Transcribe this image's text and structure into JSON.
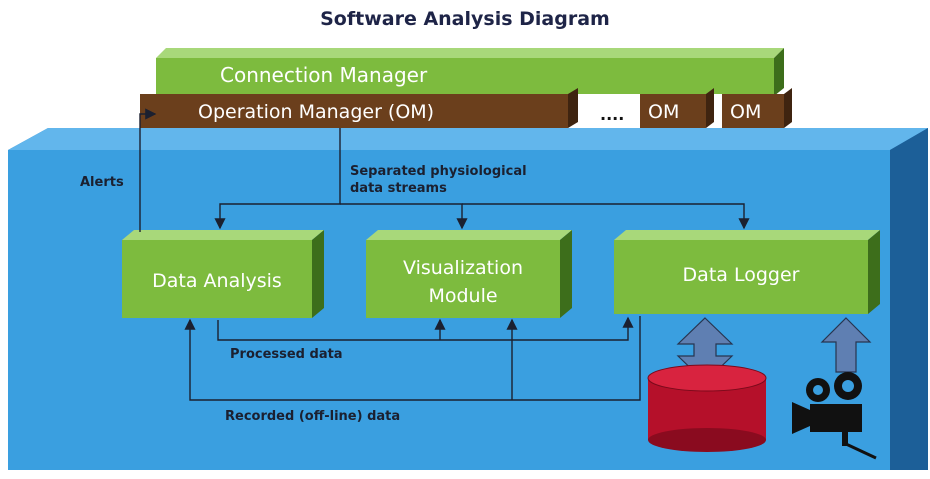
{
  "title": "Software Analysis Diagram",
  "connection_manager": "Connection Manager",
  "operation_manager": "Operation Manager (OM)",
  "ellipsis": "....",
  "om_boxes": [
    "OM",
    "OM"
  ],
  "edge_labels": {
    "alerts": "Alerts",
    "separated_line1": "Separated physiological",
    "separated_line2": "data streams",
    "processed": "Processed data",
    "recorded": "Recorded (off-line) data"
  },
  "modules": {
    "data_analysis": "Data Analysis",
    "visualization_line1": "Visualization",
    "visualization_line2": "Module",
    "data_logger": "Data Logger"
  },
  "icons": [
    "database-icon",
    "camera-icon",
    "double-arrow-icon",
    "up-arrow-icon"
  ],
  "colors": {
    "green": "#7dbb3e",
    "brown": "#6b3f1c",
    "panel": "#3a9fe0",
    "database": "#b5102a"
  }
}
